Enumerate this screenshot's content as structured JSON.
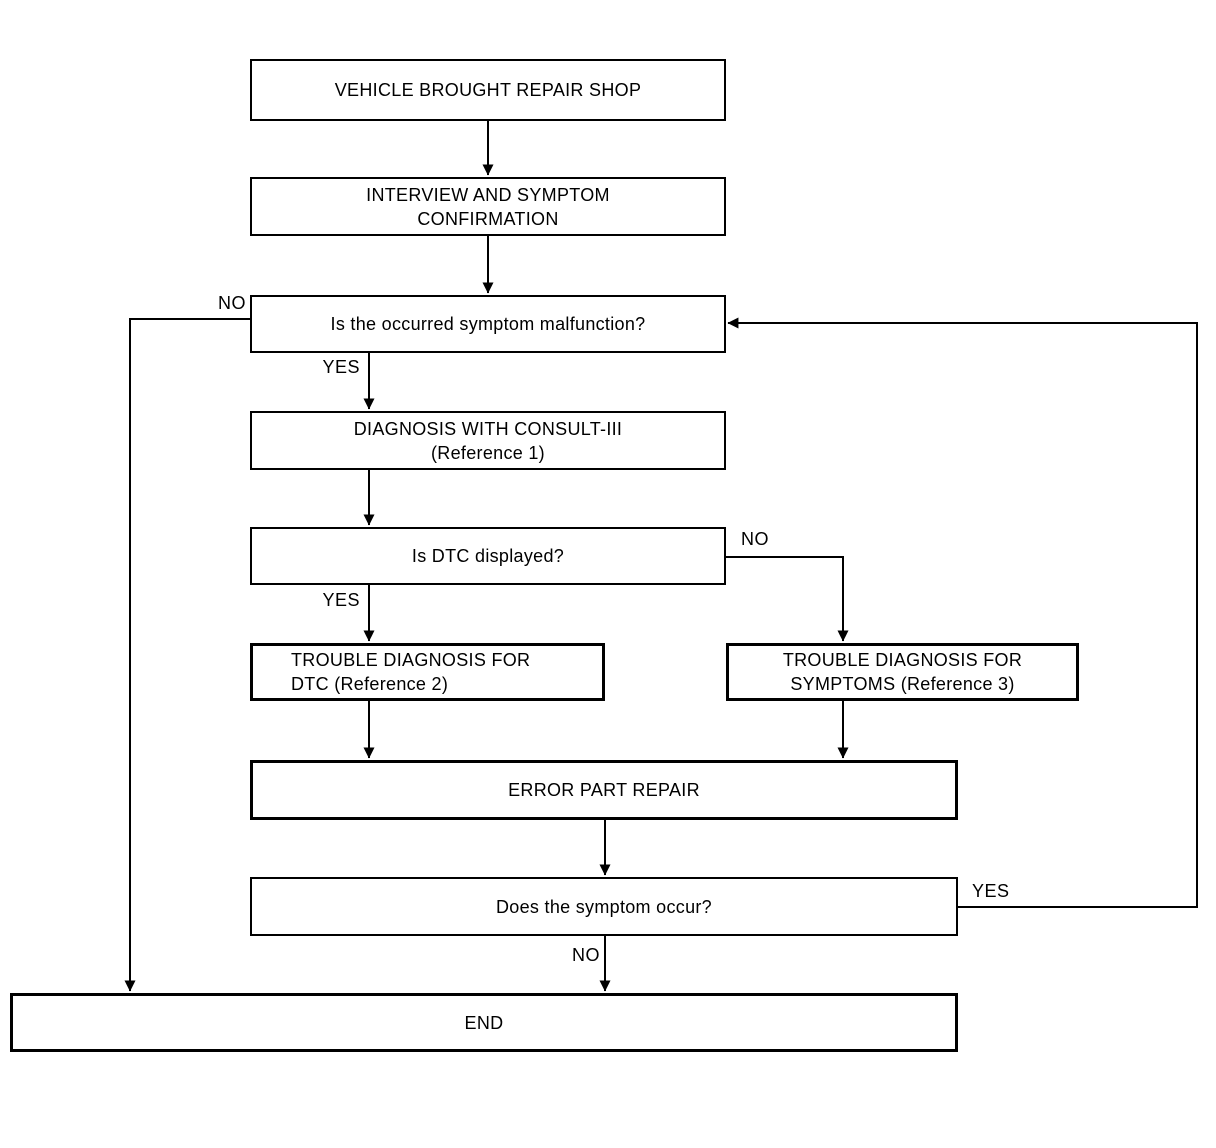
{
  "diagram": {
    "type": "flowchart",
    "nodes": {
      "vehicle_brought": {
        "lines": [
          "VEHICLE BROUGHT REPAIR SHOP"
        ]
      },
      "interview": {
        "lines": [
          "INTERVIEW AND SYMPTOM",
          "CONFIRMATION"
        ]
      },
      "symptom_malfunction": {
        "lines": [
          "Is the occurred symptom malfunction?"
        ]
      },
      "diagnosis_consult": {
        "lines": [
          "DIAGNOSIS WITH CONSULT-III",
          "(Reference 1)"
        ]
      },
      "dtc_displayed": {
        "lines": [
          "Is DTC displayed?"
        ]
      },
      "trouble_dtc": {
        "lines": [
          "TROUBLE DIAGNOSIS FOR",
          "DTC (Reference 2)"
        ]
      },
      "trouble_symptoms": {
        "lines": [
          "TROUBLE DIAGNOSIS FOR",
          "SYMPTOMS (Reference 3)"
        ]
      },
      "error_repair": {
        "lines": [
          "ERROR PART REPAIR"
        ]
      },
      "symptom_occur": {
        "lines": [
          "Does the symptom occur?"
        ]
      },
      "end": {
        "lines": [
          "END"
        ]
      }
    },
    "edges": [
      {
        "from": "vehicle_brought",
        "to": "interview",
        "label": ""
      },
      {
        "from": "interview",
        "to": "symptom_malfunction",
        "label": ""
      },
      {
        "from": "symptom_malfunction",
        "to": "diagnosis_consult",
        "label": "YES"
      },
      {
        "from": "symptom_malfunction",
        "to": "end",
        "label": "NO"
      },
      {
        "from": "diagnosis_consult",
        "to": "dtc_displayed",
        "label": ""
      },
      {
        "from": "dtc_displayed",
        "to": "trouble_dtc",
        "label": "YES"
      },
      {
        "from": "dtc_displayed",
        "to": "trouble_symptoms",
        "label": "NO"
      },
      {
        "from": "trouble_dtc",
        "to": "error_repair",
        "label": ""
      },
      {
        "from": "trouble_symptoms",
        "to": "error_repair",
        "label": ""
      },
      {
        "from": "error_repair",
        "to": "symptom_occur",
        "label": ""
      },
      {
        "from": "symptom_occur",
        "to": "symptom_malfunction",
        "label": "YES"
      },
      {
        "from": "symptom_occur",
        "to": "end",
        "label": "NO"
      }
    ],
    "colors": {
      "line": "#000000",
      "box_border": "#000000",
      "background": "#ffffff",
      "text": "#000000"
    }
  }
}
